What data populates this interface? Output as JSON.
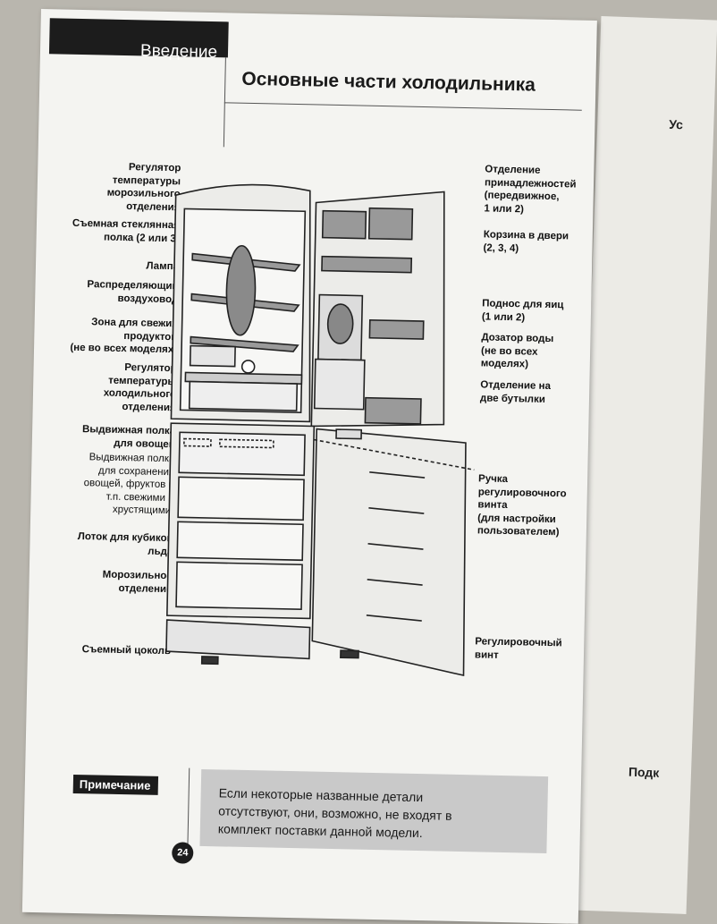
{
  "section": "Введение",
  "title": "Основные части холодильника",
  "labels_left": {
    "freezer_temp": "Регулятор\nтемпературы\nморозильного\nотделения",
    "glass_shelf": "Съемная стеклянная\nполка (2 или 3)",
    "lamp": "Лампа",
    "air_duct": "Распределяющий\nвоздуховод",
    "fresh_zone": "Зона для свежих\nпродуктов\n(не во всех моделях)",
    "fridge_temp": "Регулятор\nтемпературы\nхолодильного\nотделения",
    "veg_drawer_title": "Выдвижная полка\nдля овощей",
    "veg_drawer_desc": "Выдвижная полка\nдля сохранения\nовощей, фруктов и\nт.п. свежими и\nхрустящими.",
    "ice_tray": "Лоток для кубиков\nльда",
    "freezer": "Морозильное\nотделение",
    "plinth": "Съемный цоколь"
  },
  "labels_right": {
    "accessories": "Отделение\nпринадлежностей\n(передвижное,\n1 или 2)",
    "door_basket": "Корзина в двери\n(2, 3, 4)",
    "egg_tray": "Поднос для яиц\n(1 или 2)",
    "water_dispenser": "Дозатор воды\n(не во всех\nмоделях)",
    "bottle_section": "Отделение на\nдве бутылки",
    "screw_handle": "Ручка\nрегулировочного\nвинта\n(для настройки\nпользователем)",
    "adjust_screw": "Регулировочный\nвинт"
  },
  "note": {
    "tag": "Примечание",
    "text": "Если некоторые названные детали\nотсутствуют, они, возможно, не входят в\nкомплект поставки данной модели."
  },
  "page_number": "24",
  "next_page": {
    "t1": "Ус",
    "t2": "Подк"
  }
}
